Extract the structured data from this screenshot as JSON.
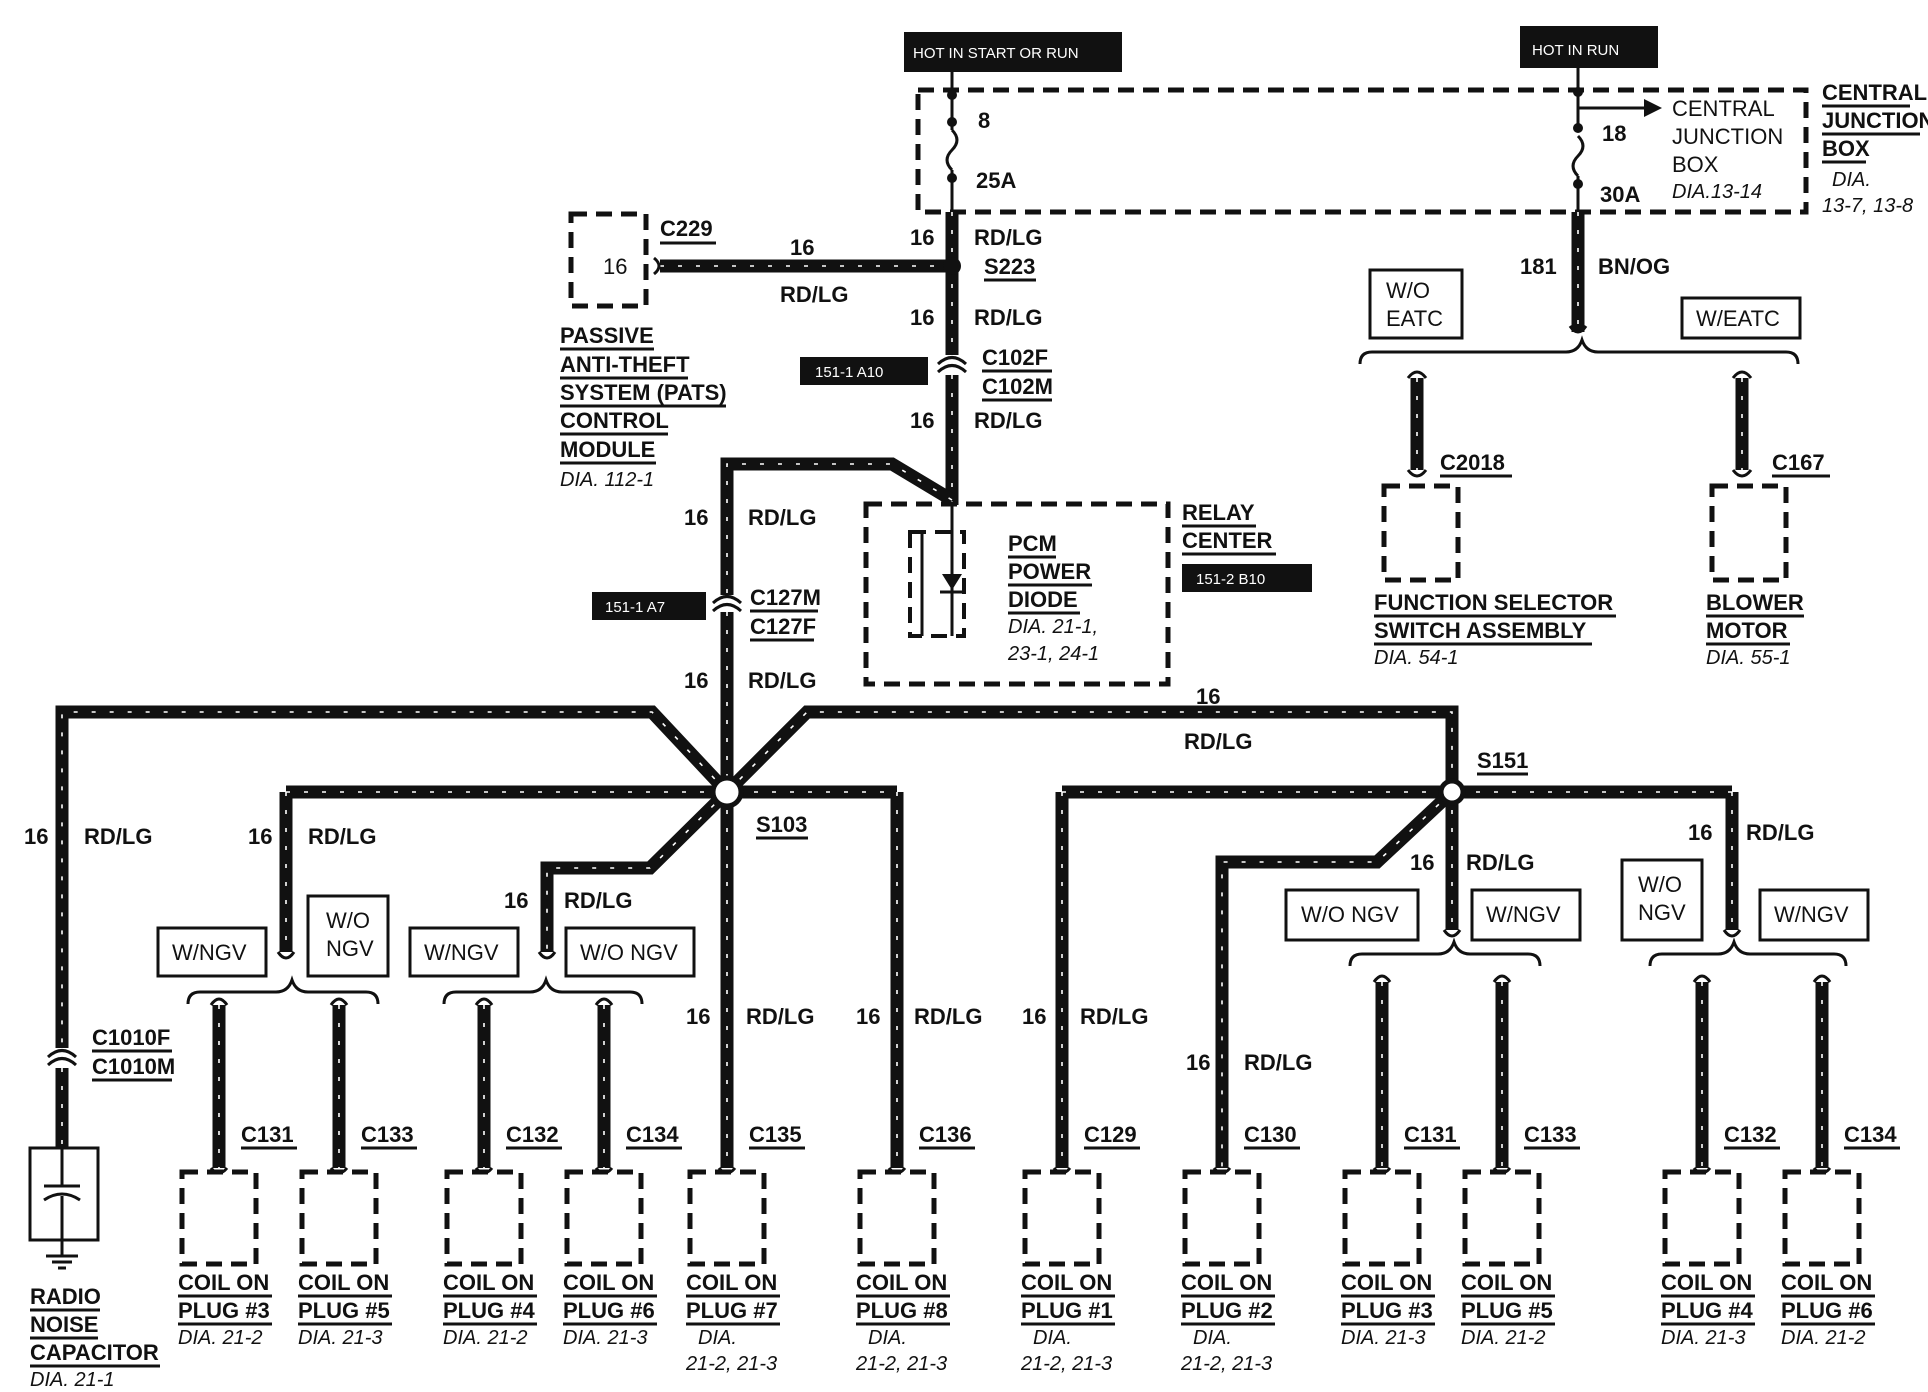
{
  "power": {
    "hot_start_run": "HOT IN START OR RUN",
    "hot_run": "HOT IN RUN",
    "fuse_left_num": "8",
    "fuse_left_amp": "25A",
    "fuse_right_num": "18",
    "fuse_right_amp": "30A"
  },
  "cjb": {
    "inner": [
      "CENTRAL",
      "JUNCTION",
      "BOX"
    ],
    "inner_dia": "DIA.13-14",
    "outer": [
      "CENTRAL",
      "JUNCTION",
      "BOX"
    ],
    "outer_dia": [
      "DIA.",
      "13-7, 13-8"
    ]
  },
  "wires": {
    "gauge": "16",
    "color": "RD/LG",
    "right_gauge": "181",
    "right_color": "BN/OG"
  },
  "connectors": {
    "s223": "S223",
    "c102f": "C102F",
    "c102m": "C102M",
    "c229": "C229",
    "c127m": "C127M",
    "c127f": "C127F",
    "s103": "S103",
    "s151": "S151",
    "c1010f": "C1010F",
    "c1010m": "C1010M",
    "c2018": "C2018",
    "c167": "C167"
  },
  "tags": {
    "a10": "151-1 A10",
    "a7": "151-1 A7",
    "b10": "151-2 B10"
  },
  "pats": {
    "pin": "16",
    "lines": [
      "PASSIVE",
      "ANTI-THEFT",
      "SYSTEM (PATS)",
      "CONTROL",
      "MODULE"
    ],
    "dia": "DIA. 112-1"
  },
  "relay": {
    "title": [
      "RELAY",
      "CENTER"
    ],
    "diode": [
      "PCM",
      "POWER",
      "DIODE"
    ],
    "dia": [
      "DIA. 21-1,",
      "23-1, 24-1"
    ]
  },
  "options": {
    "wo_eatc": [
      "W/O",
      "EATC"
    ],
    "w_eatc": "W/EATC",
    "w_ngv": "W/NGV",
    "wo_ngv_stack": [
      "W/O",
      "NGV"
    ],
    "wo_ngv": "W/O NGV"
  },
  "function_selector": {
    "lines": [
      "FUNCTION SELECTOR",
      "SWITCH ASSEMBLY"
    ],
    "dia": "DIA. 54-1"
  },
  "blower": {
    "lines": [
      "BLOWER",
      "MOTOR"
    ],
    "dia": "DIA. 55-1"
  },
  "capacitor": {
    "lines": [
      "RADIO",
      "NOISE",
      "CAPACITOR"
    ],
    "dia": "DIA. 21-1"
  },
  "coil_prefix": "COIL ON",
  "coils": [
    {
      "connector": "C131",
      "plug": "PLUG #3",
      "dia": "DIA. 21-2"
    },
    {
      "connector": "C133",
      "plug": "PLUG #5",
      "dia": "DIA. 21-3"
    },
    {
      "connector": "C132",
      "plug": "PLUG #4",
      "dia": "DIA. 21-2"
    },
    {
      "connector": "C134",
      "plug": "PLUG #6",
      "dia": "DIA. 21-3"
    },
    {
      "connector": "C135",
      "plug": "PLUG #7",
      "dia": "DIA.",
      "dia2": "21-2, 21-3"
    },
    {
      "connector": "C136",
      "plug": "PLUG #8",
      "dia": "DIA.",
      "dia2": "21-2, 21-3"
    },
    {
      "connector": "C129",
      "plug": "PLUG #1",
      "dia": "DIA.",
      "dia2": "21-2, 21-3"
    },
    {
      "connector": "C130",
      "plug": "PLUG #2",
      "dia": "DIA.",
      "dia2": "21-2, 21-3"
    },
    {
      "connector": "C131",
      "plug": "PLUG #3",
      "dia": "DIA. 21-3"
    },
    {
      "connector": "C133",
      "plug": "PLUG #5",
      "dia": "DIA. 21-2"
    },
    {
      "connector": "C132",
      "plug": "PLUG #4",
      "dia": "DIA. 21-3"
    },
    {
      "connector": "C134",
      "plug": "PLUG #6",
      "dia": "DIA. 21-2"
    }
  ]
}
